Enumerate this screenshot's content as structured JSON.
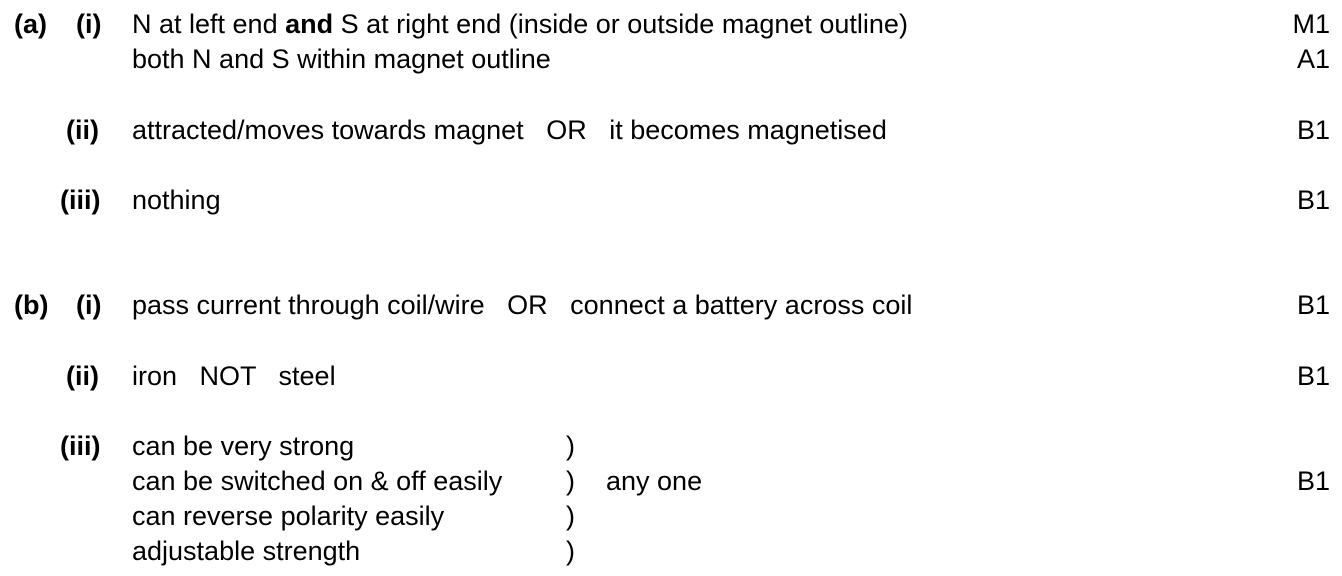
{
  "part_a": {
    "label": "(a)",
    "i": {
      "num": "(i)",
      "line1_pre": "N at left end ",
      "line1_bold": "and",
      "line1_post": " S at right end (inside or outside magnet outline)",
      "line2": "both N and S within magnet outline",
      "mark1": "M1",
      "mark2": "A1"
    },
    "ii": {
      "num": "(ii)",
      "text": "attracted/moves towards magnet   OR   it becomes magnetised",
      "mark": "B1"
    },
    "iii": {
      "num": "(iii)",
      "text": "nothing",
      "mark": "B1"
    }
  },
  "part_b": {
    "label": "(b)",
    "i": {
      "num": "(i)",
      "text": "pass current through coil/wire   OR   connect a battery across coil",
      "mark": "B1"
    },
    "ii": {
      "num": "(ii)",
      "text": "iron   NOT   steel",
      "mark": "B1"
    },
    "iii": {
      "num": "(iii)",
      "options": [
        "can be very strong",
        "can be switched on & off easily",
        "can reverse polarity easily",
        "adjustable strength"
      ],
      "bracket": ")",
      "note": "any one",
      "mark": "B1"
    }
  }
}
